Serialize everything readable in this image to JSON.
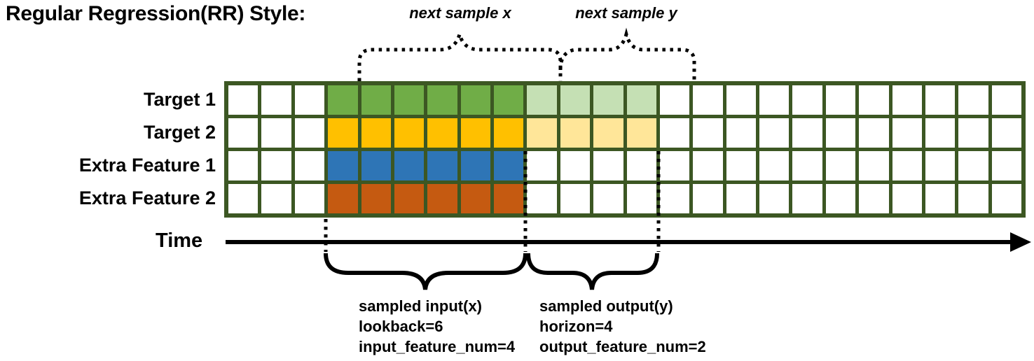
{
  "title": "Regular Regression(RR) Style:",
  "annotations": {
    "next_sample_x": "next sample x",
    "next_sample_y": "next sample y",
    "time_label": "Time",
    "input_note_lines": [
      "sampled input(x)",
      "lookback=6",
      "input_feature_num=4"
    ],
    "output_note_lines": [
      "sampled output(y)",
      "horizon=4",
      "output_feature_num=2"
    ]
  },
  "grid": {
    "columns": 24,
    "lead_in_columns": 3,
    "lookback": 6,
    "horizon": 4,
    "colors": {
      "grid_line": "#3c5723",
      "cell_background": "#ffffff"
    },
    "rows": [
      {
        "label": "Target 1",
        "kind": "target",
        "input_color": "#70ad47",
        "output_color": "#c5e0b4"
      },
      {
        "label": "Target 2",
        "kind": "target",
        "input_color": "#ffc000",
        "output_color": "#ffe699"
      },
      {
        "label": "Extra Feature 1",
        "kind": "extra-feature",
        "input_color": "#2e75b6",
        "output_color": null
      },
      {
        "label": "Extra Feature 2",
        "kind": "extra-feature",
        "input_color": "#c55a11",
        "output_color": null
      }
    ]
  }
}
